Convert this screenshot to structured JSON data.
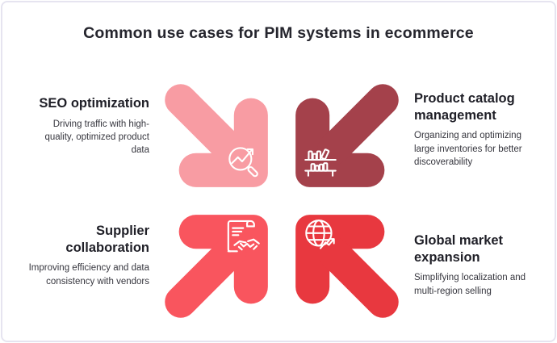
{
  "title": "Common use cases for PIM systems in ecommerce",
  "colors": {
    "card_border": "#e6e4f0",
    "heading_text": "#1f1f27",
    "body_text": "#36363e"
  },
  "use_cases": [
    {
      "id": "seo",
      "heading": "SEO optimization",
      "description": "Driving traffic with high-quality, optimized product data",
      "icon": "search-trend-icon",
      "color": "#f89ca3",
      "position": "top-left"
    },
    {
      "id": "catalog",
      "heading": "Product catalog management",
      "description": "Organizing and optimizing large inventories for better discoverability",
      "icon": "bookshelf-icon",
      "color": "#a4414b",
      "position": "top-right"
    },
    {
      "id": "supplier",
      "heading": "Supplier collaboration",
      "description": "Improving efficiency and data consistency with vendors",
      "icon": "contract-handshake-icon",
      "color": "#f9555e",
      "position": "bottom-left"
    },
    {
      "id": "global",
      "heading": "Global market expansion",
      "description": "Simplifying localization and multi-region selling",
      "icon": "globe-trend-icon",
      "color": "#e8383f",
      "position": "bottom-right"
    }
  ]
}
